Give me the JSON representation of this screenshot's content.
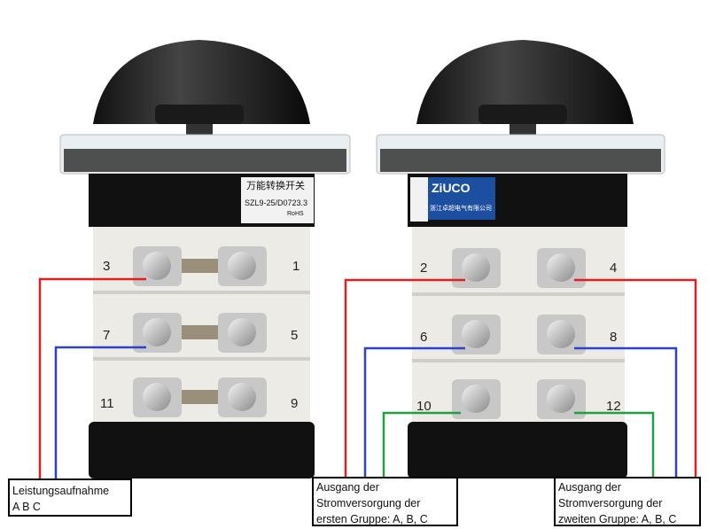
{
  "left_switch": {
    "label_line1": "万能转换开关",
    "label_line2": "SZL9-25/D0723.3",
    "rohs": "RoHS",
    "terminals": [
      "3",
      "1",
      "7",
      "5",
      "11",
      "9"
    ]
  },
  "right_switch": {
    "brand": "ZiUCO",
    "company": "浙江卓超电气有限公司",
    "terminals": [
      "2",
      "4",
      "6",
      "8",
      "10",
      "12"
    ]
  },
  "annotations": {
    "input": {
      "line1": "Leistungsaufnahme",
      "line2": "A B C"
    },
    "output_group1": {
      "line1": "Ausgang der",
      "line2": "Stromversorgung der",
      "line3": "ersten Gruppe: A, B, C"
    },
    "output_group2": {
      "line1": "Ausgang der",
      "line2": "Stromversorgung der",
      "line3": "zweiten Gruppe: A, B, C"
    }
  },
  "colors": {
    "red": "#e02020",
    "blue": "#3040c8",
    "green": "#20a040",
    "brand_blue": "#1d4fa0"
  }
}
